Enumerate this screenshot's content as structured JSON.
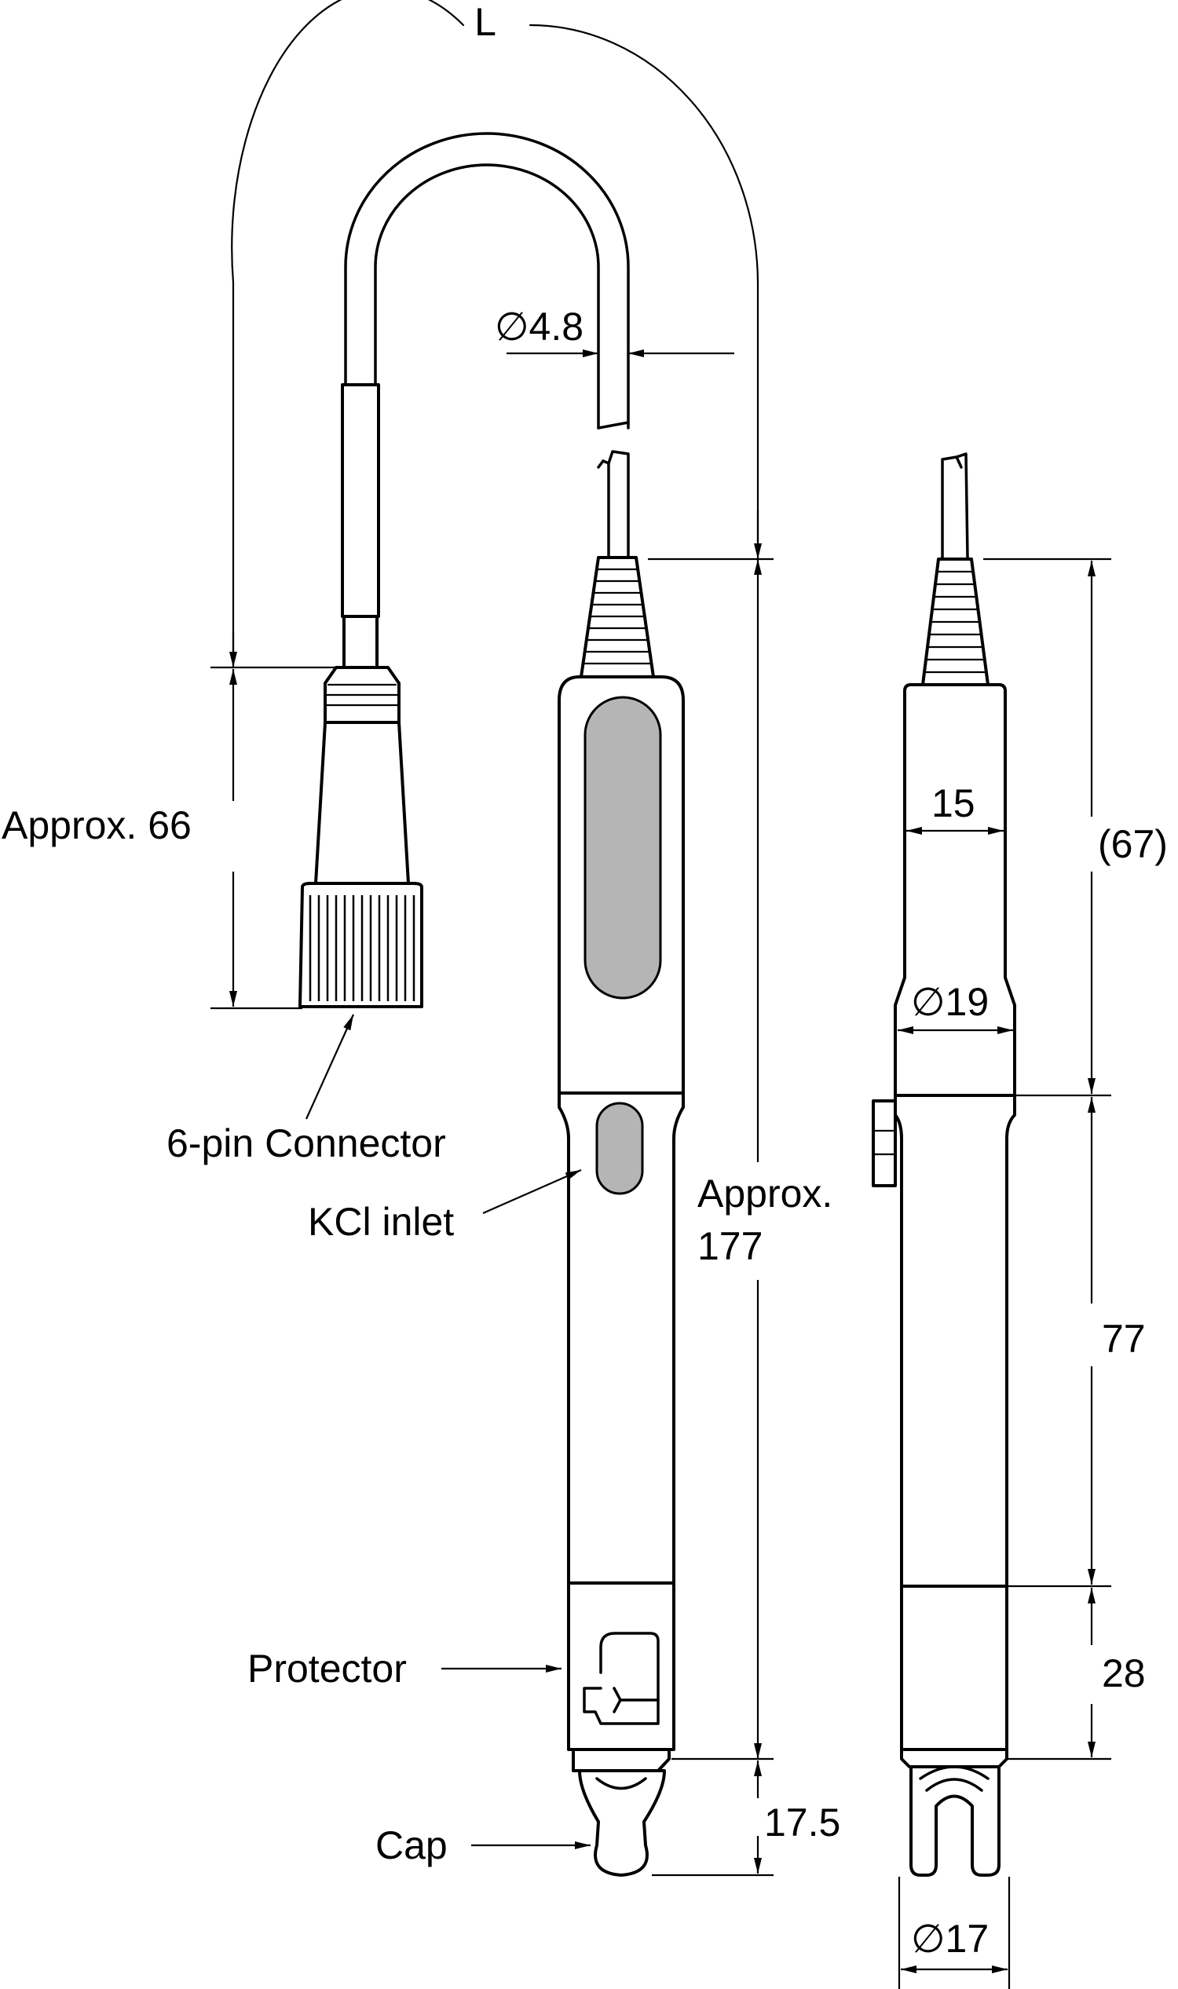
{
  "labels": {
    "length": "L",
    "cable_diameter": "∅4.8",
    "connector_length": "Approx. 66",
    "connector": "6-pin Connector",
    "kcl_inlet": "KCl inlet",
    "body_length_line1": "Approx.",
    "body_length_line2": "177",
    "protector": "Protector",
    "cap": "Cap",
    "cap_length": "17.5",
    "width_15": "15",
    "diameter_19": "∅19",
    "upper_length": "(67)",
    "middle_length": "77",
    "lower_length": "28",
    "diameter_17": "∅17"
  },
  "colors": {
    "line": "#000000",
    "window_fill": "#b5b5b5",
    "background": "#ffffff"
  }
}
